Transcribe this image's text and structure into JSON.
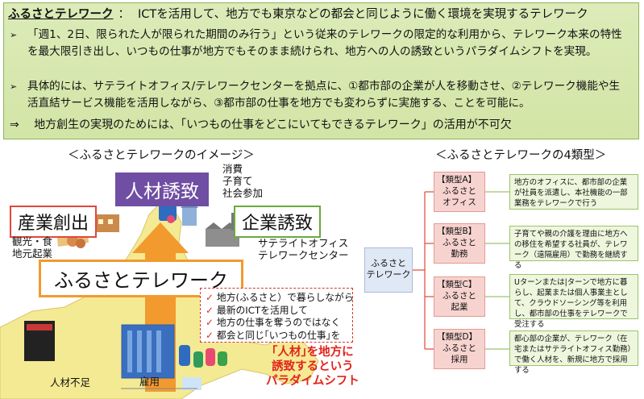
{
  "header": {
    "def_title": "ふるさとテレワーク",
    "def_colon": "：",
    "def_text": "ICTを活用して、地方でも東京などの都会と同じように働く環境を実現するテレワーク",
    "bullet_marker": "➢",
    "bullets": [
      "「週1、2日、限られた人が限られた期間のみ行う」という従来のテレワークの限定的な利用から、テレワーク本来の特性を最大限引き出し、いつもの仕事が地方でもそのまま続けられ、地方への人の誘致というパラダイムシフトを実現。",
      "具体的には、サテライトオフィス/テレワークセンターを拠点に、①都市部の企業が人を移動させ、②テレワーク機能や生活直結サービス機能を活用しながら、③都市部の仕事を地方でも変わらずに実施する、ことを可能に。"
    ],
    "conclusion_marker": "⇒",
    "conclusion": "地方創生の実現のためには、「いつもの仕事をどこにいてもできるテレワーク」の活用が不可欠"
  },
  "image_section": {
    "title": "＜ふるさとテレワークのイメージ＞",
    "jinzai": "人材誘致",
    "jinzai_notes": [
      "消費",
      "子育て",
      "社会参加"
    ],
    "sangyo": "産業創出",
    "sangyo_notes": [
      "観光・食",
      "地元起業"
    ],
    "kigyo": "企業誘致",
    "kigyo_notes": [
      "サテライトオフィス",
      "テレワークセンター"
    ],
    "main": "ふるさとテレワーク",
    "checks": [
      "地方(ふるさと）で暮らしながら",
      "最新のICTを活用して",
      "地方の仕事を奪うのではなく",
      "都会と同じ｢いつもの仕事｣を"
    ],
    "shift_lines": [
      "｢人材｣を地方に",
      "誘致するという",
      "パラダイムシフト"
    ],
    "jinzai_busoku": "人材不足",
    "koyo": "雇用",
    "colors": {
      "purple": "#6f4ea3",
      "orange": "#f29a2e",
      "red": "#e0473a",
      "green": "#6aaa3c"
    }
  },
  "types_section": {
    "title": "＜ふるさとテレワークの4類型＞",
    "root_lines": [
      "ふるさと",
      "テレワーク"
    ],
    "types": [
      {
        "label": "【類型A】",
        "name_lines": [
          "ふるさと",
          "オフィス"
        ],
        "desc": "地方のオフィスに、都市部の企業が社員を派遣し、本社機能の一部業務をテレワークで行う"
      },
      {
        "label": "【類型B】",
        "name_lines": [
          "ふるさと",
          "勤務"
        ],
        "desc": "子育てや親の介護を理由に地方への移住を希望する社員が、テレワーク（遠隔雇用）で勤務を継続する"
      },
      {
        "label": "【類型C】",
        "name_lines": [
          "ふるさと",
          "起業"
        ],
        "desc": "Uターンまたは|ターンで地方に暮らし、起業または個人事業主として、クラウドソーシング等を利用し、都市部の仕事をテレワークで受注する"
      },
      {
        "label": "【類型D】",
        "name_lines": [
          "ふるさと",
          "採用"
        ],
        "desc": "都心部の企業が、テレワーク（在宅またはサテライトオフィス勤務）で働く人材を、新規に地方で採用する"
      }
    ]
  }
}
